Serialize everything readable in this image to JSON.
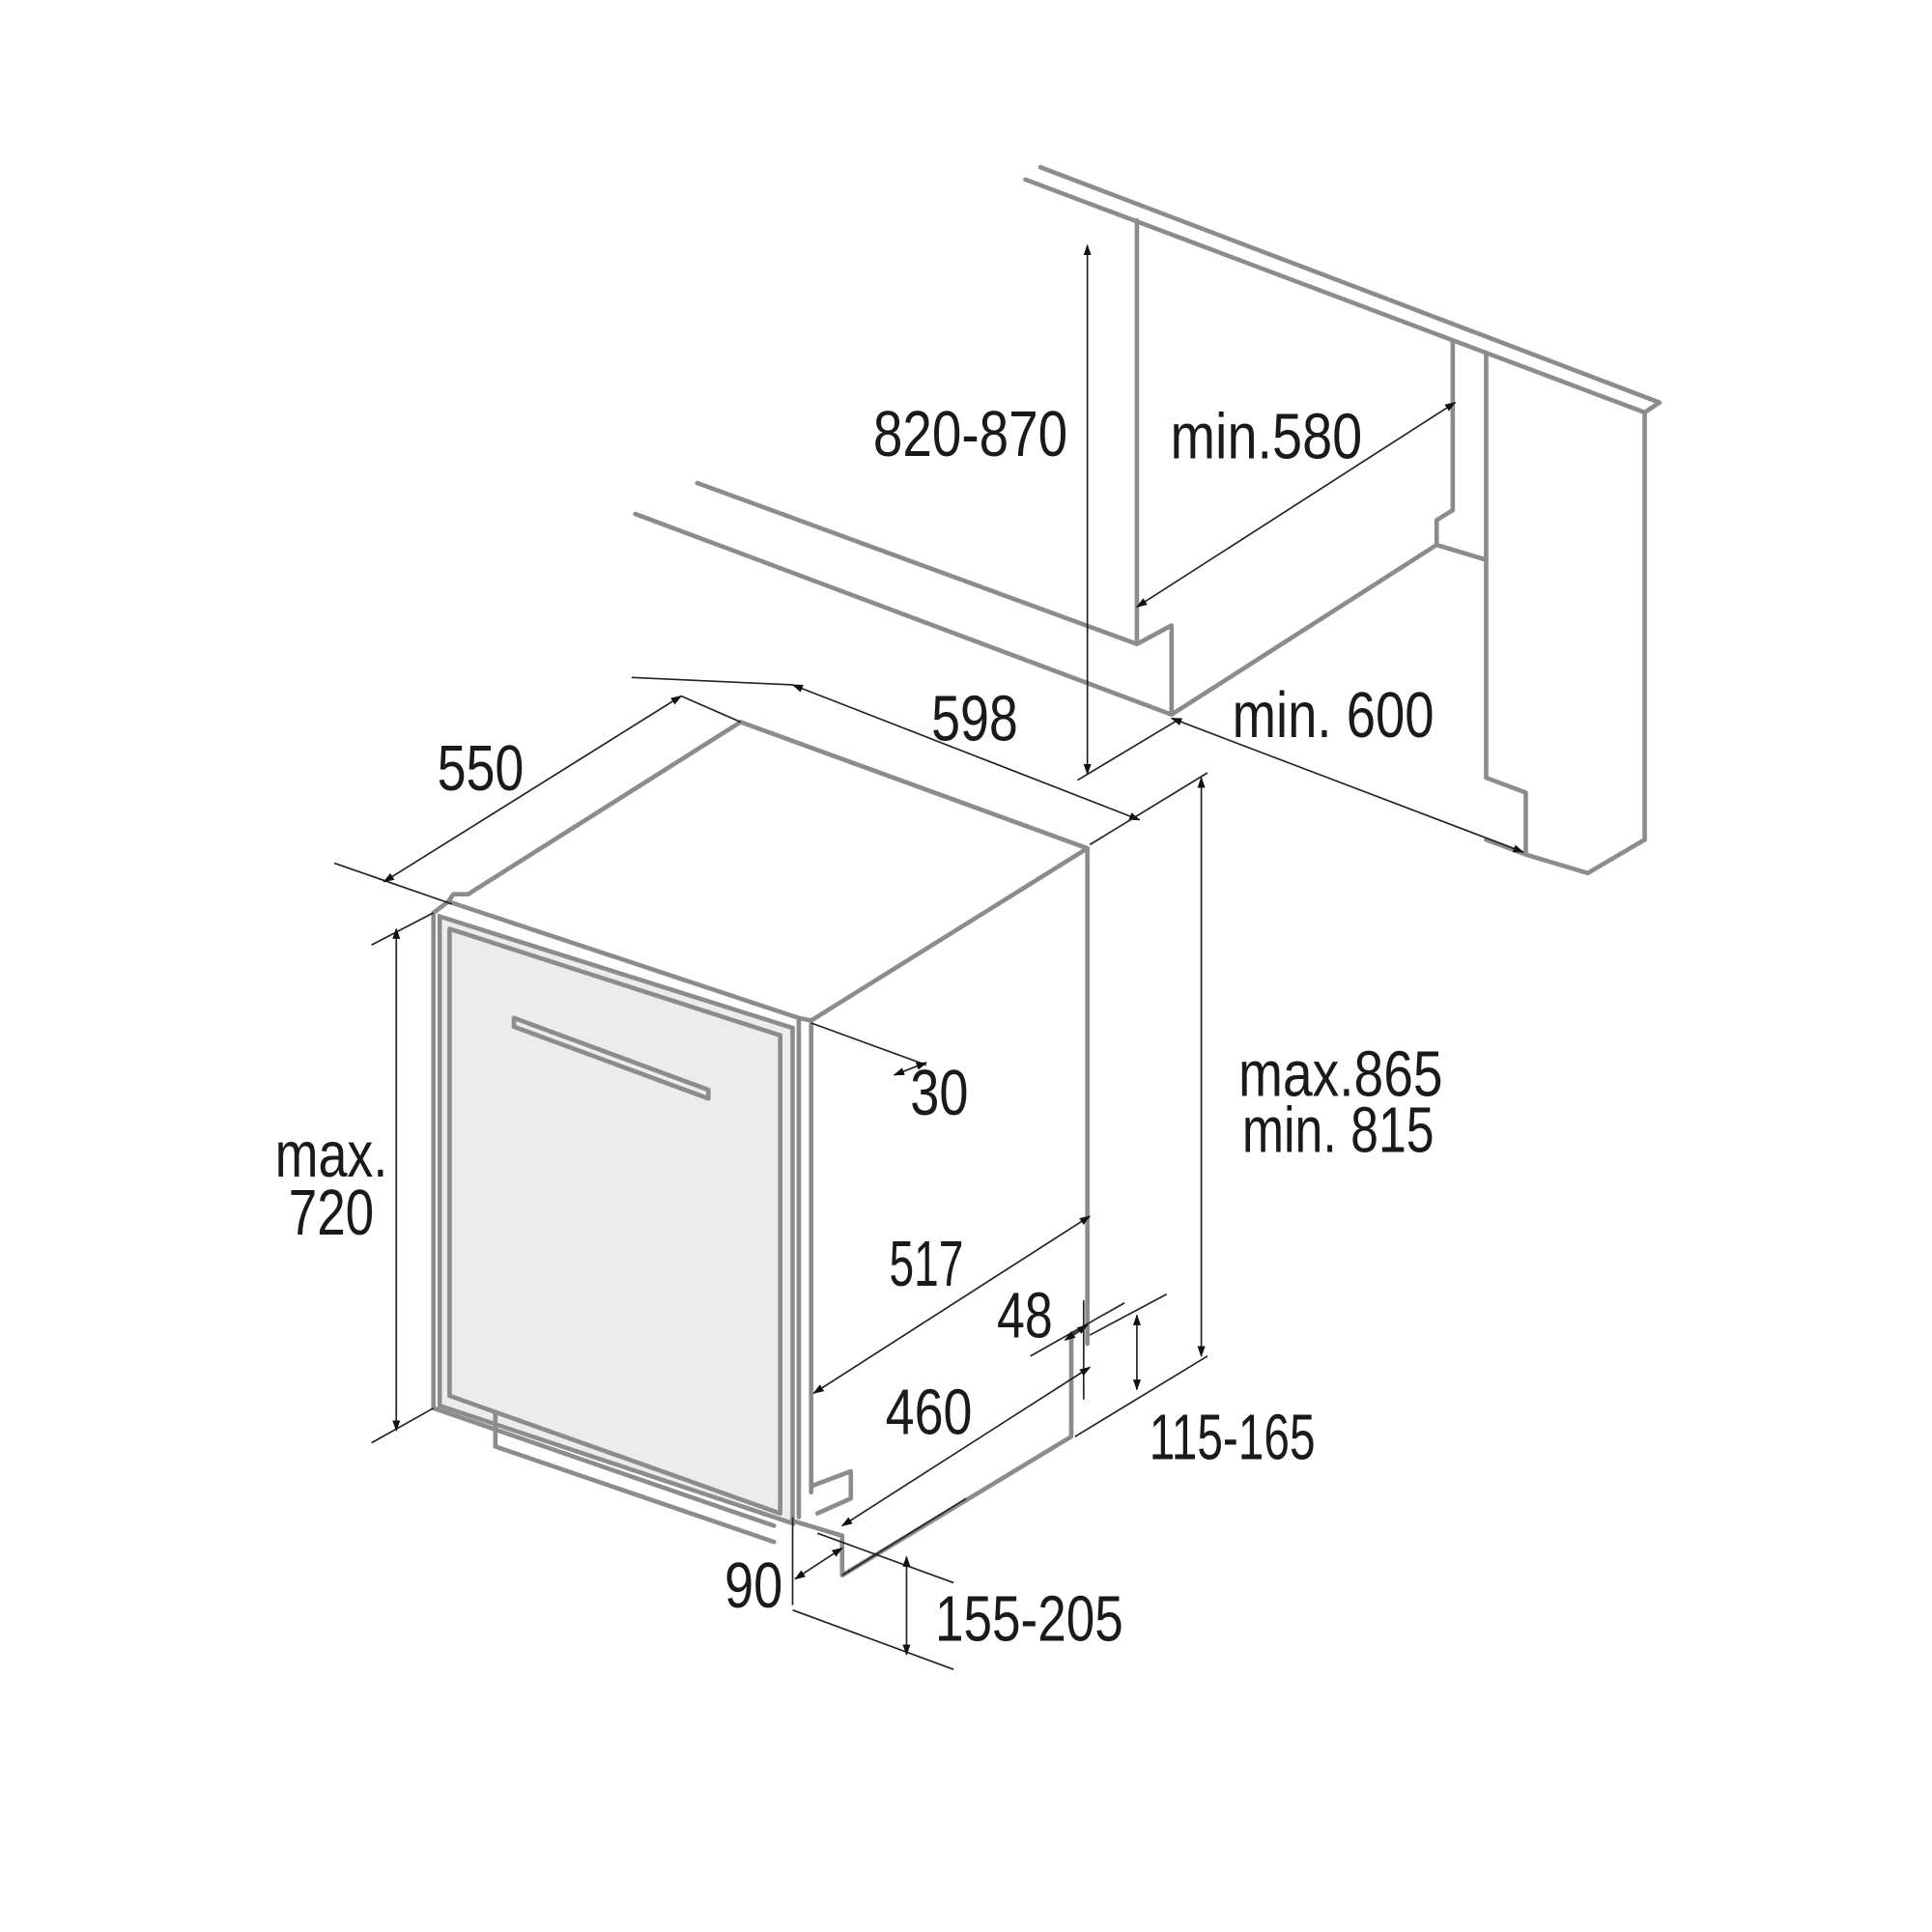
{
  "diagram": {
    "title": "Built-in dishwasher installation dimensions",
    "line_color": "#8c8c8c",
    "door_fill": "#ececec",
    "dimension_color": "#222222",
    "labels": {
      "counter_height": "820-870",
      "niche_depth": "min.580",
      "width": "598",
      "niche_width": "min. 600",
      "depth": "550",
      "door_height_a": "max.",
      "door_height_b": "720",
      "door_thickness": "30",
      "height_max": "max.865",
      "height_min": "min. 815",
      "depth_517": "517",
      "offset_48": "48",
      "depth_460": "460",
      "plinth_height": "115-165",
      "plinth_gap": "90",
      "plinth_range": "155-205"
    }
  }
}
